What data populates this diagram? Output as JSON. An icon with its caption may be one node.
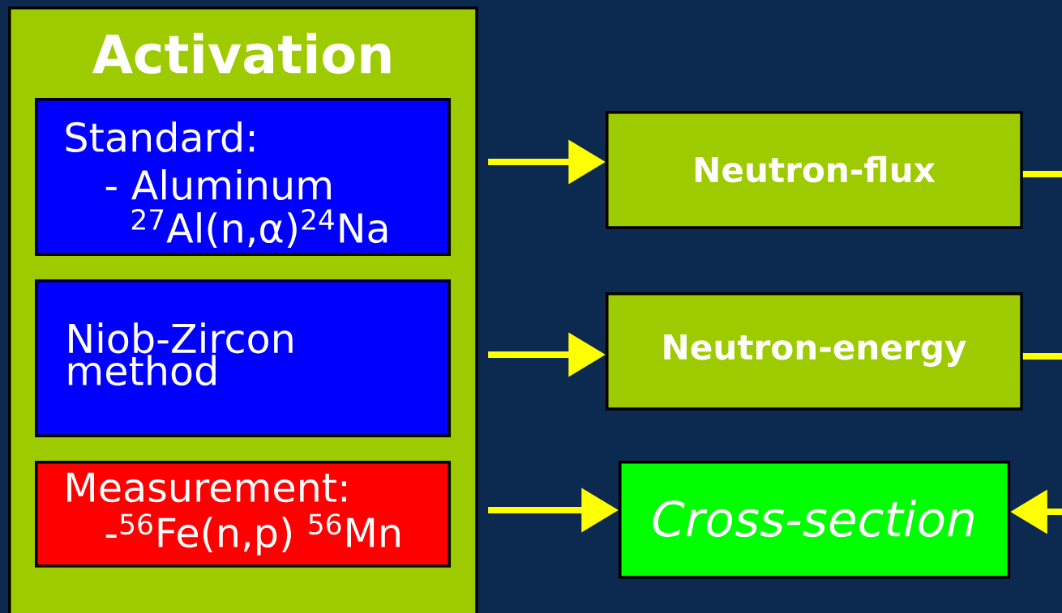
{
  "diagram": {
    "nodes": [
      {
        "text": [
          "Activation"
        ]
      },
      {
        "text": [
          "Standard:",
          "- Aluminum",
          "$^{27}$Al(n,α)$^{24}$Na"
        ],
        "in": 0
      },
      {
        "text": [
          "Niob-Zircon method"
        ],
        "in": 0
      },
      {
        "text": [
          "Measurement:",
          "-$^{56}$Fe(n,p) $^{56}$Mn"
        ],
        "in": 0
      },
      {
        "text": [
          "Neutron-flux"
        ]
      },
      {
        "text": [
          "Neutron-energy"
        ]
      },
      {
        "text": [
          "Cross-section"
        ]
      }
    ],
    "edges": [
      {
        "from": 0,
        "to": 4,
        "arrow": "to"
      },
      {
        "from": 4,
        "to": null,
        "arrow": "none"
      },
      {
        "from": 0,
        "to": 5,
        "arrow": "to"
      },
      {
        "from": 5,
        "to": null,
        "arrow": "none"
      },
      {
        "from": 0,
        "to": 6,
        "arrow": "to"
      },
      {
        "from": null,
        "to": 6,
        "arrow": "to"
      }
    ]
  }
}
